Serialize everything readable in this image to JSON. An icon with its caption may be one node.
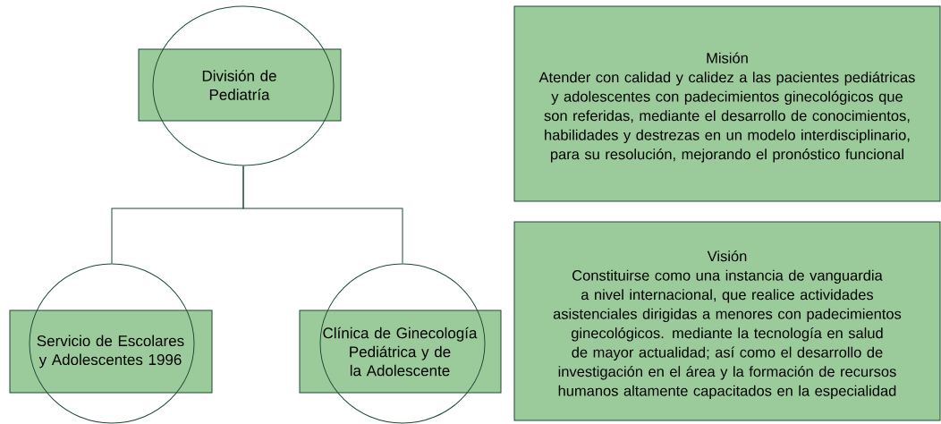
{
  "diagram": {
    "nodes": [
      {
        "text": [
          "División de Pediatría"
        ]
      },
      {
        "text": [
          "Servicio de Escolares y Adolescentes 1996"
        ]
      },
      {
        "text": [
          "Clínica de Ginecología Pediátrica y de la Adolescente"
        ]
      },
      {
        "text": [
          "Misión",
          "Atender con calidad y calidez a las pacientes pediátricas y adolescentes con padecimientos ginecológicos que son referidas, mediante el desarrollo de conocimientos, habilidades y destrezas en un modelo interdisciplinario, para su resolución, mejorando el pronóstico funcional"
        ]
      },
      {
        "text": [
          "Visión",
          "Constituirse como una instancia de vanguardia a nivel internacional, que realice actividades asistenciales dirigidas a menores con padecimientos ginecológicos. mediante la tecnología en salud de mayor actualidad; así como el desarrollo de investigación en el área y la formación de recursos humanos altamente capacitados en la especialidad"
        ]
      }
    ],
    "edges": [
      {
        "from": 0,
        "to": 1,
        "arrow": "none"
      },
      {
        "from": 0,
        "to": 2,
        "arrow": "none"
      }
    ]
  }
}
